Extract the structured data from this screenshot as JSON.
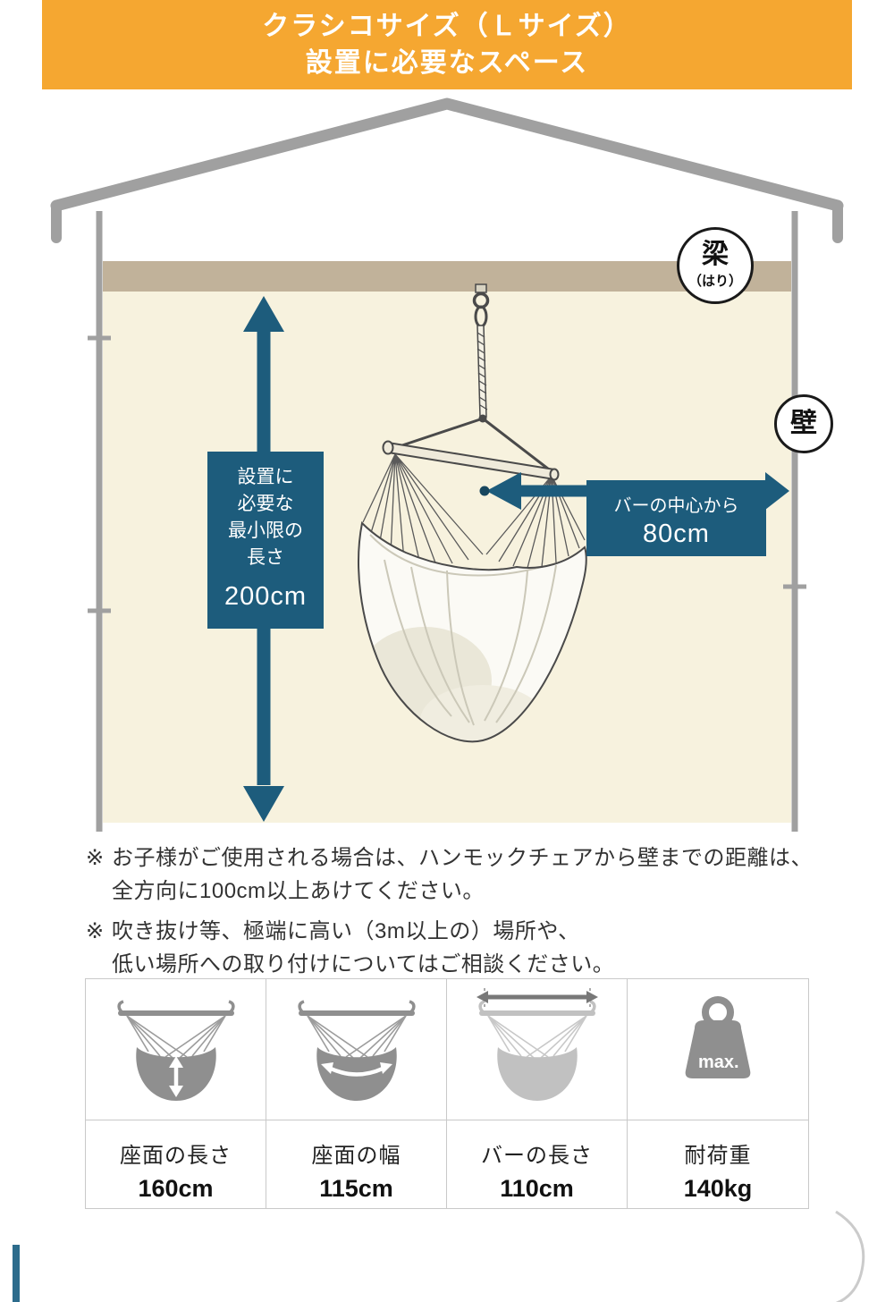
{
  "colors": {
    "accent_orange": "#F5A731",
    "accent_blue": "#1D5C7C",
    "beam_tan": "#C1B29A",
    "wall_cream": "#F7F2DE",
    "outline_gray": "#A0A0A0"
  },
  "header": {
    "line1": "クラシコサイズ（Ｌサイズ）",
    "line2": "設置に必要なスペース"
  },
  "diagram": {
    "beam_label": "梁",
    "beam_label_reading": "（はり）",
    "wall_label": "壁",
    "min_height": {
      "label_lines": [
        "設置に",
        "必要な",
        "最小限の",
        "長さ"
      ],
      "value": "200cm"
    },
    "bar_clearance": {
      "label": "バーの中心から",
      "value": "80cm"
    }
  },
  "notes": [
    {
      "marker": "※",
      "line1": "お子様がご使用される場合は、ハンモックチェアから壁までの距離は、",
      "line2": "全方向に100cm以上あけてください。"
    },
    {
      "marker": "※",
      "line1": "吹き抜け等、極端に高い（3m以上の）場所や、",
      "line2": "低い場所への取り付けについてはご相談ください。"
    }
  ],
  "spec_table": {
    "columns": [
      {
        "icon": "hammock-seat-length-icon",
        "label": "座面の長さ",
        "value": "160cm"
      },
      {
        "icon": "hammock-seat-width-icon",
        "label": "座面の幅",
        "value": "115cm"
      },
      {
        "icon": "hammock-bar-length-icon",
        "label": "バーの長さ",
        "value": "110cm"
      },
      {
        "icon": "weight-capacity-icon",
        "label": "耐荷重",
        "value": "140kg",
        "icon_text": "max."
      }
    ]
  }
}
